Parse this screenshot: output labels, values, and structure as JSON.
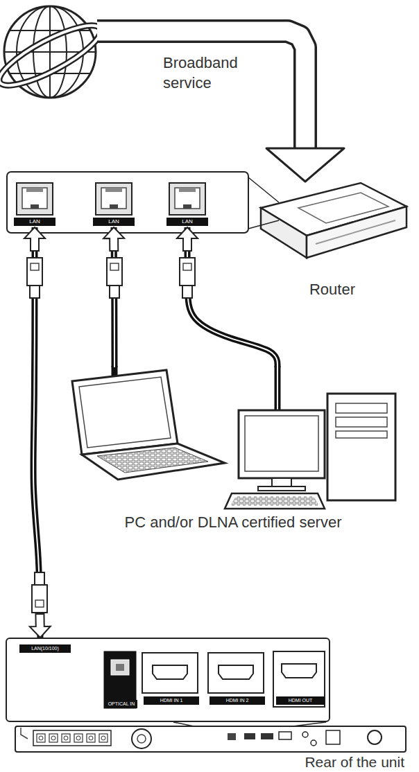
{
  "diagram": {
    "nodes": [
      {
        "text": [
          "Broadband service"
        ]
      },
      {
        "text": [
          "Router"
        ]
      },
      {
        "text": [
          "LAN"
        ]
      },
      {
        "text": [
          "LAN"
        ]
      },
      {
        "text": [
          "LAN"
        ]
      },
      {
        "text": [
          "PC and/or DLNA certified server"
        ]
      },
      {
        "text": [
          "LAN(10/100)",
          "OPTICAL IN",
          "HDMI IN 1",
          "HDMI IN 2",
          "HDMI OUT"
        ]
      },
      {
        "text": [
          "Rear of the unit"
        ]
      }
    ],
    "edges": [
      {
        "from": 0,
        "to": 1,
        "arrow": "to"
      },
      {
        "from": 2,
        "to": 6,
        "arrow": "both"
      },
      {
        "from": 5,
        "to": 3,
        "arrow": "to"
      },
      {
        "from": 5,
        "to": 4,
        "arrow": "to"
      }
    ]
  }
}
